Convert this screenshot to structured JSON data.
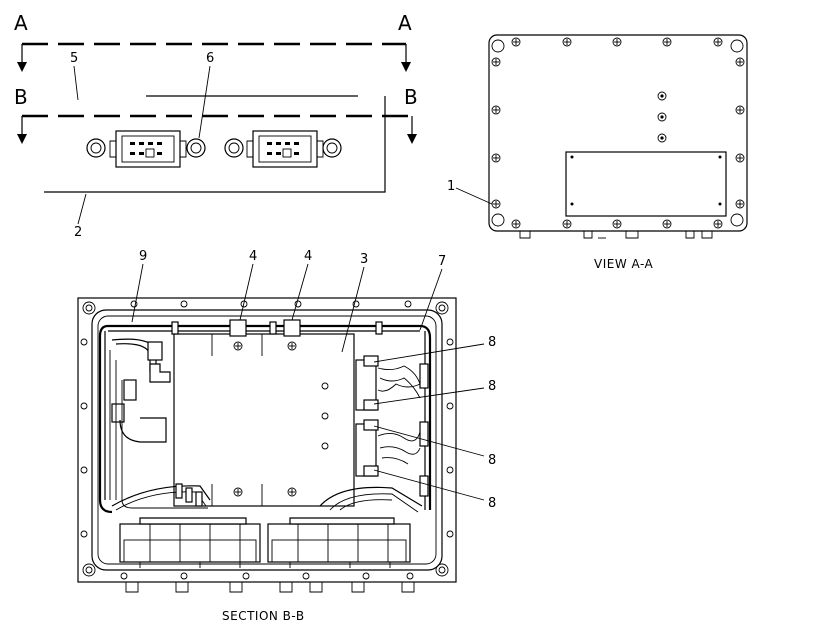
{
  "section_marks": {
    "a": "A",
    "b": "B"
  },
  "callouts": {
    "c1": "1",
    "c2": "2",
    "c3": "3",
    "c4a": "4",
    "c4b": "4",
    "c5": "5",
    "c6": "6",
    "c7": "7",
    "c8a": "8",
    "c8b": "8",
    "c8c": "8",
    "c8d": "8",
    "c9": "9"
  },
  "captions": {
    "view_aa": "VIEW A-A",
    "section_bb": "SECTION B-B"
  },
  "colors": {
    "line": "#000000",
    "background": "#ffffff"
  }
}
